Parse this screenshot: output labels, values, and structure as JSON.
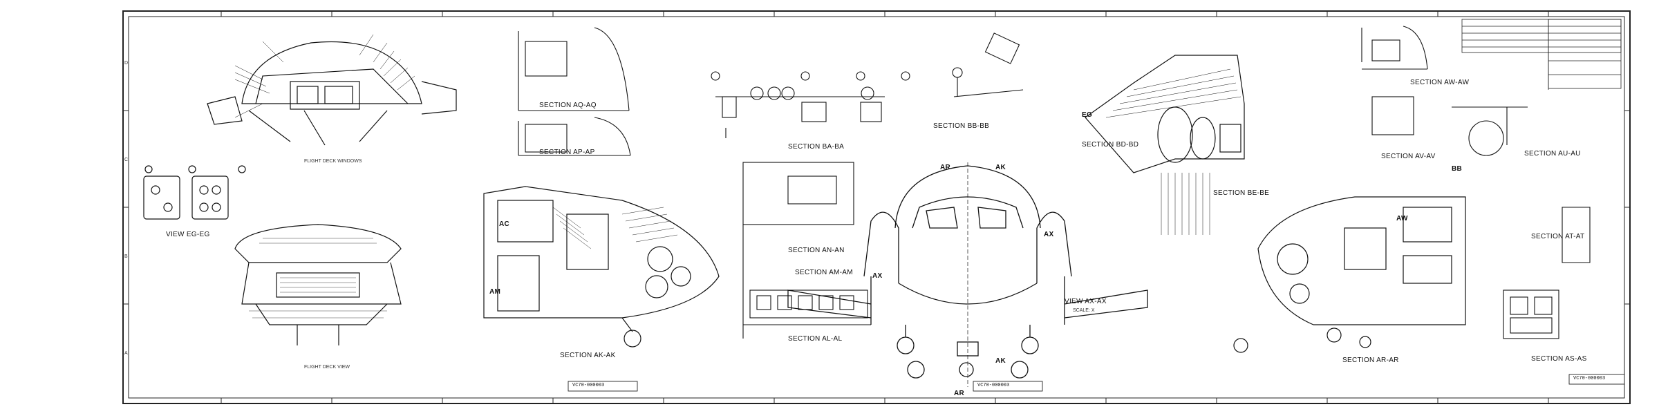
{
  "sections": {
    "eg": "VIEW EG-EG",
    "flight_deck_upper": "FLIGHT DECK WINDOWS",
    "flight_deck_lower": "FLIGHT DECK VIEW",
    "aq": "SECTION AQ-AQ",
    "ap": "SECTION AP-AP",
    "ba": "SECTION BA-BA",
    "bb": "SECTION BB-BB",
    "an": "SECTION AN-AN",
    "am": "SECTION AM-AM",
    "ak": "SECTION AK-AK",
    "al": "SECTION AL-AL",
    "ax": "VIEW AX-AX",
    "ax_scale": "SCALE: X",
    "av": "SECTION AV-AV",
    "aw": "SECTION AW-AW",
    "au": "SECTION AU-AU",
    "at": "SECTION AT-AT",
    "ar": "SECTION AR-AR",
    "as": "SECTION AS-AS",
    "bd": "SECTION BD-BD",
    "be": "SECTION BE-BE"
  },
  "callouts": {
    "ar_top": "AR",
    "ak_top": "AK",
    "ar_bottom": "AR",
    "ak_bottom": "AK",
    "ax_left": "AX",
    "ax_right": "AX",
    "ac": "AC",
    "am": "AM",
    "aw": "AW",
    "bb": "BB",
    "eg": "EG"
  },
  "drawing_number_1": "VC70-000003",
  "drawing_number_2": "VC70-000003",
  "drawing_number_3": "VC70-000003",
  "zone_letters": [
    "D",
    "C",
    "B",
    "A"
  ],
  "colors": {
    "ink": "#111111",
    "paper": "#ffffff",
    "frame": "#222222"
  }
}
